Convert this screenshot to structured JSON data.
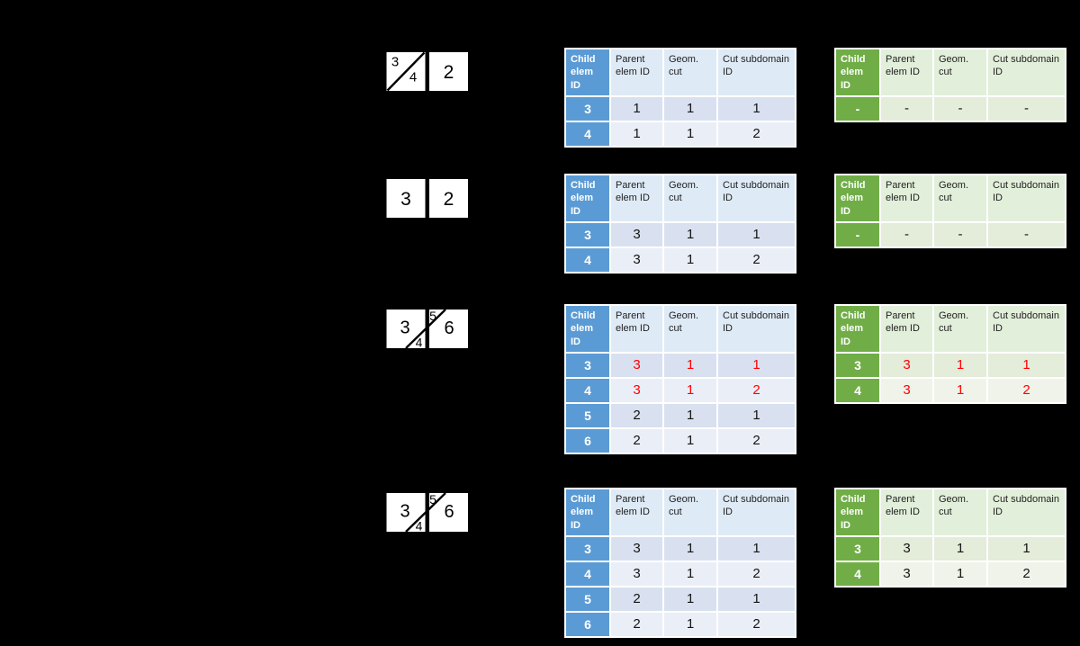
{
  "colors": {
    "background": "#000000",
    "blue_header": "#5B9BD5",
    "blue_header_light": "#DEEAF6",
    "blue_row_dark": "#D9E1F0",
    "blue_row_light": "#EAEEF7",
    "green_header": "#70AD47",
    "green_header_light": "#E2EFDA",
    "green_row_dark": "#E4ECDA",
    "green_row_light": "#EFF3EA",
    "highlight_red": "#FF0000",
    "element_box": "#FFFFFF"
  },
  "headers": {
    "child": "Child elem ID",
    "parent": "Parent elem ID",
    "geom": "Geom. cut",
    "cut": "Cut subdomain ID"
  },
  "rows": [
    {
      "diagram": {
        "left_top": "3",
        "left_bottom": "4",
        "right_center": "2"
      },
      "blue": {
        "rows": [
          [
            "3",
            "1",
            "1",
            "1"
          ],
          [
            "4",
            "1",
            "1",
            "2"
          ]
        ],
        "red_rows": []
      },
      "green": {
        "rows": [
          [
            "-",
            "-",
            "-",
            "-"
          ]
        ],
        "red_rows": []
      }
    },
    {
      "diagram": {
        "left_center": "3",
        "right_center": "2"
      },
      "blue": {
        "rows": [
          [
            "3",
            "3",
            "1",
            "1"
          ],
          [
            "4",
            "3",
            "1",
            "2"
          ]
        ],
        "red_rows": []
      },
      "green": {
        "rows": [
          [
            "-",
            "-",
            "-",
            "-"
          ]
        ],
        "red_rows": []
      }
    },
    {
      "diagram": {
        "left_center": "3",
        "left_corner": "4",
        "right_corner": "5",
        "right_center": "6"
      },
      "blue": {
        "rows": [
          [
            "3",
            "3",
            "1",
            "1"
          ],
          [
            "4",
            "3",
            "1",
            "2"
          ],
          [
            "5",
            "2",
            "1",
            "1"
          ],
          [
            "6",
            "2",
            "1",
            "2"
          ]
        ],
        "red_rows": [
          0,
          1
        ]
      },
      "green": {
        "rows": [
          [
            "3",
            "3",
            "1",
            "1"
          ],
          [
            "4",
            "3",
            "1",
            "2"
          ]
        ],
        "red_rows": [
          0,
          1
        ]
      }
    },
    {
      "diagram": {
        "left_center": "3",
        "left_corner": "4",
        "right_corner": "5",
        "right_center": "6"
      },
      "blue": {
        "rows": [
          [
            "3",
            "3",
            "1",
            "1"
          ],
          [
            "4",
            "3",
            "1",
            "2"
          ],
          [
            "5",
            "2",
            "1",
            "1"
          ],
          [
            "6",
            "2",
            "1",
            "2"
          ]
        ],
        "red_rows": []
      },
      "green": {
        "rows": [
          [
            "3",
            "3",
            "1",
            "1"
          ],
          [
            "4",
            "3",
            "1",
            "2"
          ]
        ],
        "red_rows": []
      }
    }
  ]
}
